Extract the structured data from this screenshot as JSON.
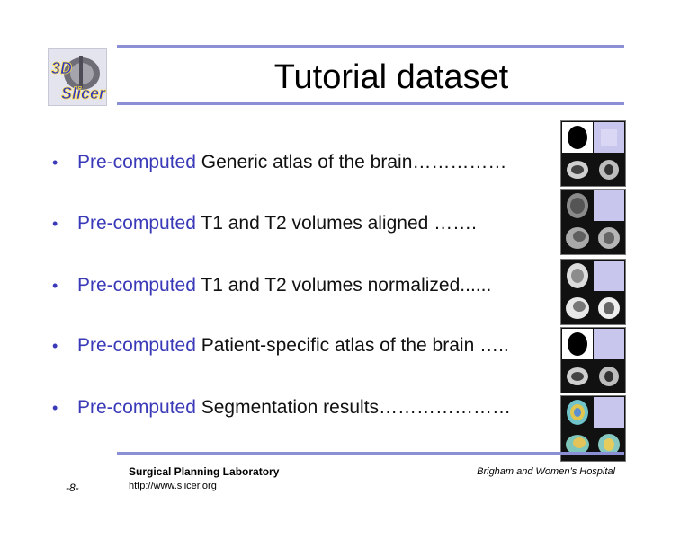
{
  "slide": {
    "title": "Tutorial dataset",
    "logo_text": [
      "3D",
      "Slicer"
    ],
    "bullets": [
      {
        "accent": "Pre-computed",
        "text": "Generic atlas of the brain……………"
      },
      {
        "accent": "Pre-computed",
        "text": "T1 and T2 volumes aligned ……."
      },
      {
        "accent": "Pre-computed",
        "text": "T1 and T2 volumes normalized......"
      },
      {
        "accent": "Pre-computed",
        "text": "Patient-specific atlas of the brain ….."
      },
      {
        "accent": "Pre-computed",
        "text": "Segmentation results…………………"
      }
    ],
    "footer": {
      "lab": "Surgical Planning Laboratory",
      "url": "http://www.slicer.org",
      "hospital": "Brigham and Women’s Hospital",
      "page": "-8-"
    },
    "colors": {
      "accent": "#3a3ab8",
      "rule": "#8a8fd6"
    }
  }
}
